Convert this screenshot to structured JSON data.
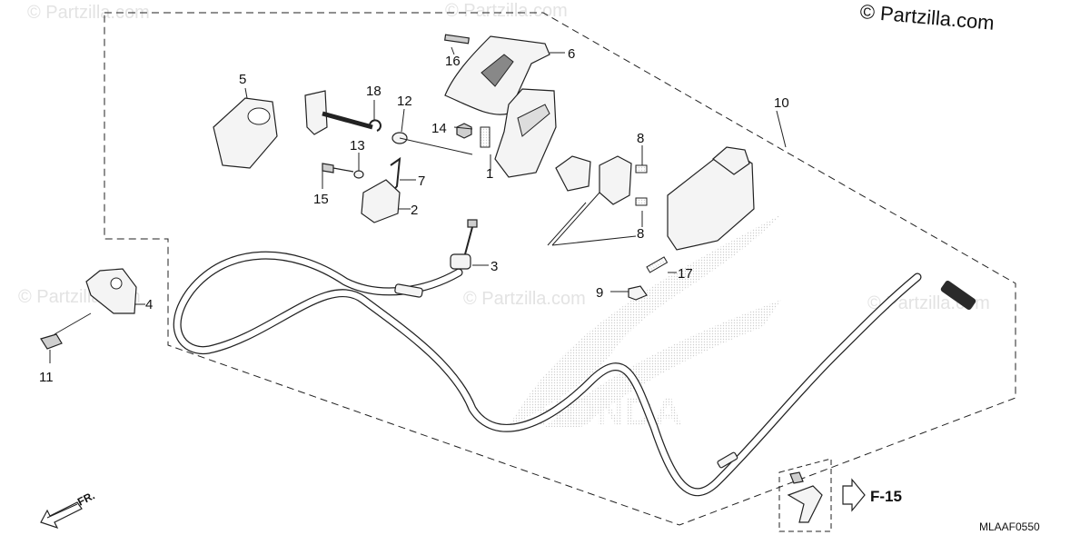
{
  "watermark": "© Partzilla.com",
  "copyright": "© Partzilla.com",
  "diagram_code": "MLAAF0550",
  "logo_text": "HONDA",
  "reference": {
    "label": "F-15"
  },
  "direction": {
    "label": "FR."
  },
  "callouts": [
    "1",
    "2",
    "3",
    "4",
    "5",
    "6",
    "7",
    "8",
    "8",
    "9",
    "10",
    "11",
    "12",
    "13",
    "14",
    "15",
    "16",
    "17",
    "18"
  ]
}
